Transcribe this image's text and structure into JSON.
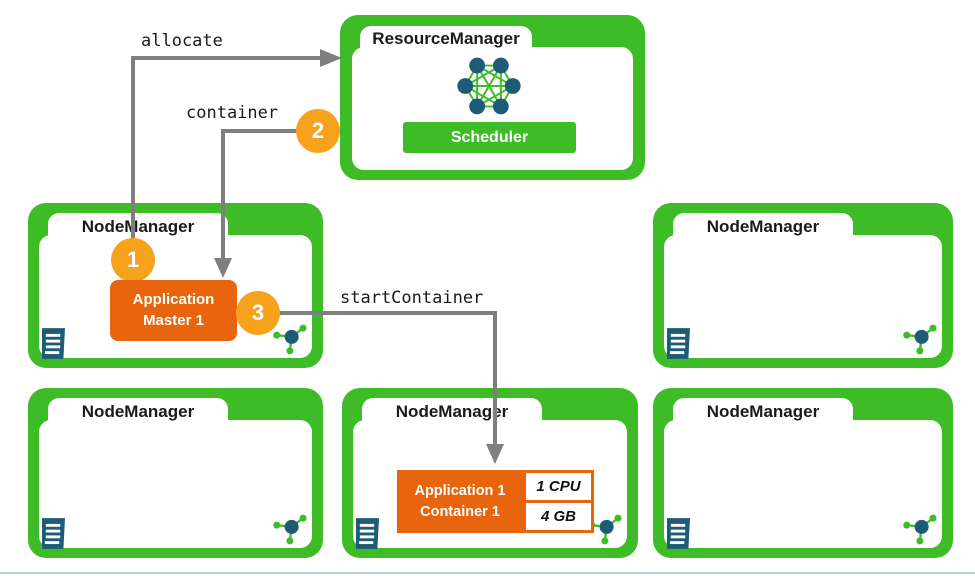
{
  "colors": {
    "green": "#3EBC27",
    "orange": "#E8650E",
    "badge-orange": "#F7A21D",
    "navy": "#1D5B76",
    "arrow-gray": "#7F7F7F",
    "text-dark": "#1A1A1A",
    "divider": "#B7CFD3"
  },
  "resource_manager": {
    "title": "ResourceManager",
    "scheduler_label": "Scheduler"
  },
  "node_managers": [
    {
      "title": "NodeManager"
    },
    {
      "title": "NodeManager"
    },
    {
      "title": "NodeManager"
    },
    {
      "title": "NodeManager"
    },
    {
      "title": "NodeManager"
    }
  ],
  "application_master": {
    "line1": "Application",
    "line2": "Master 1"
  },
  "container": {
    "line1": "Application 1",
    "line2": "Container 1",
    "cpu_label": "1 CPU",
    "memory_label": "4 GB"
  },
  "steps": [
    {
      "number": "1"
    },
    {
      "number": "2"
    },
    {
      "number": "3"
    }
  ],
  "arrows": [
    {
      "label": "allocate"
    },
    {
      "label": "container"
    },
    {
      "label": "startContainer"
    }
  ],
  "icons": {
    "network": "network-mesh-icon",
    "document": "log-document-icon",
    "molecule": "node-molecule-icon"
  }
}
